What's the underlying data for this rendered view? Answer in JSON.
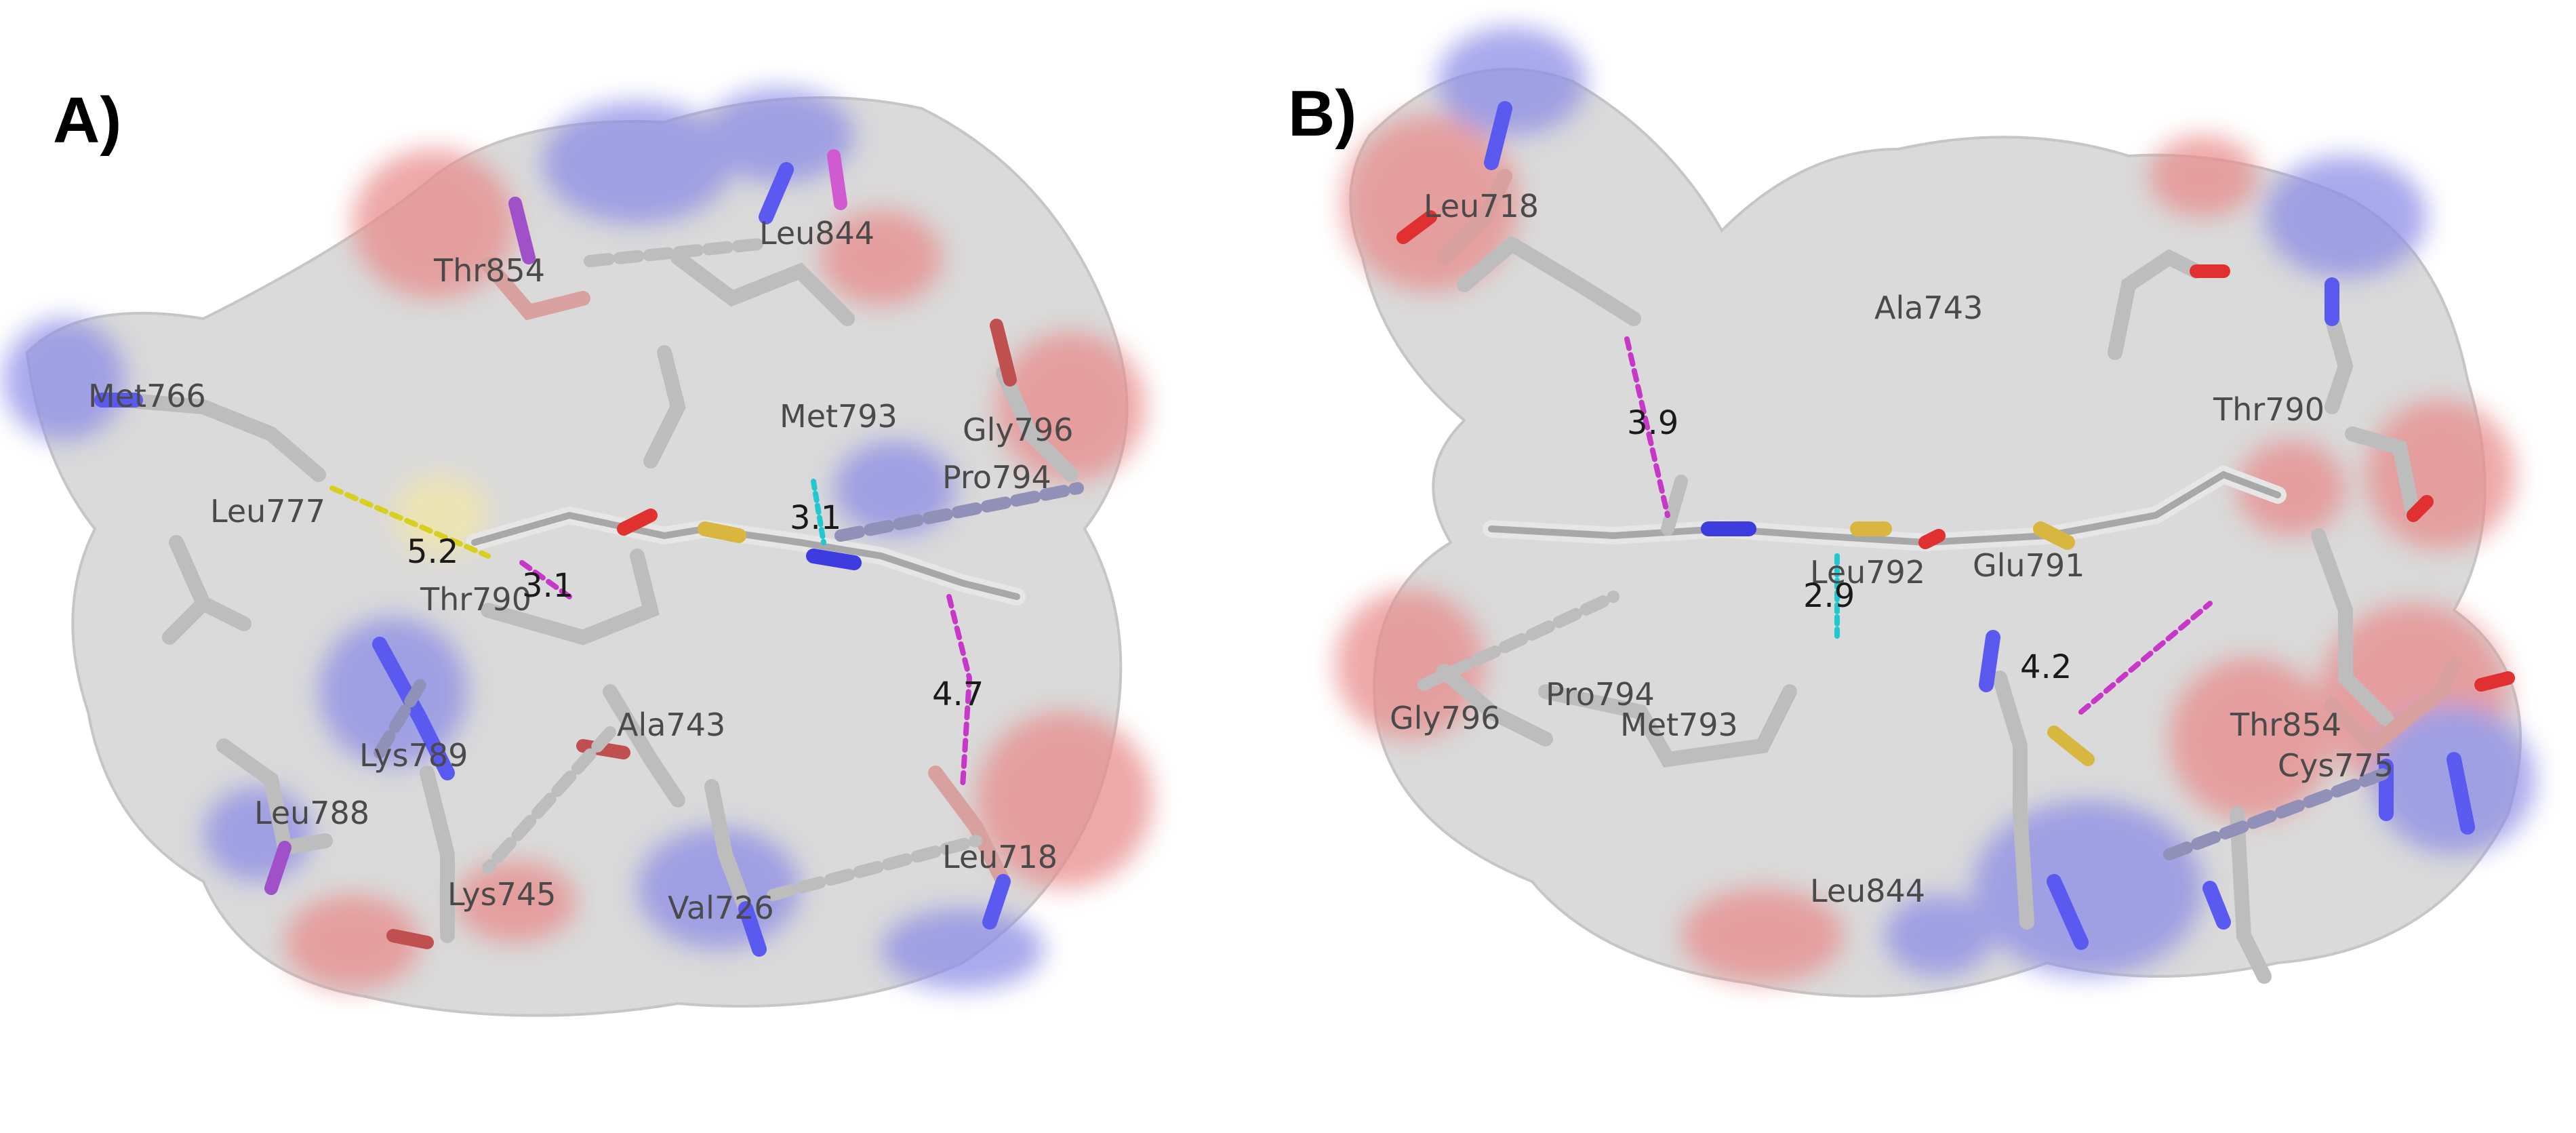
{
  "panels": [
    {
      "label": "A)",
      "residues": [
        "Thr854",
        "Leu844",
        "Met766",
        "Met793",
        "Gly796",
        "Pro794",
        "Leu777",
        "Thr790",
        "Ala743",
        "Leu788",
        "Lys745",
        "Val726",
        "Leu718",
        "Lys789"
      ],
      "distances": [
        "5.2",
        "3.1",
        "3.1",
        "4.7"
      ]
    },
    {
      "label": "B)",
      "residues": [
        "Leu718",
        "Ala743",
        "Thr790",
        "Leu792",
        "Glu791",
        "Gly796",
        "Pro794",
        "Met793",
        "Thr854",
        "Cys775",
        "Leu844"
      ],
      "distances": [
        "3.9",
        "2.9",
        "4.2"
      ]
    }
  ],
  "colors": {
    "surface": "#d9d9d9",
    "oxygen": "#e88b8b",
    "nitrogen": "#8c8ce6",
    "carbon_stick": "#bdbdbd",
    "ligand_sulfur": "#d8b640",
    "hbond_cyan": "#20c8d0",
    "contact_magenta": "#c838c8"
  }
}
